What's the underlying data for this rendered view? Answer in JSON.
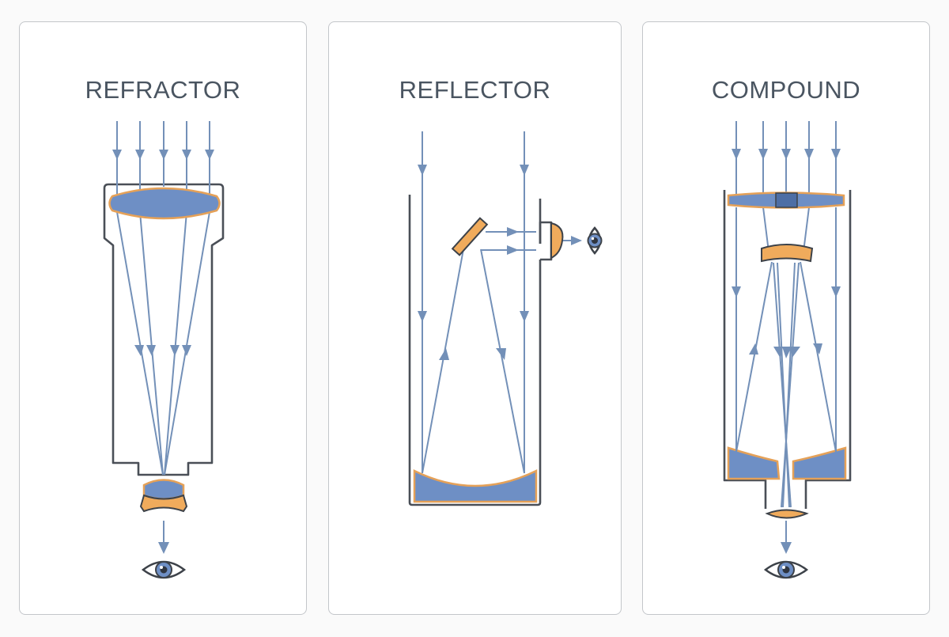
{
  "panels": [
    {
      "title": "REFRACTOR"
    },
    {
      "title": "REFLECTOR"
    },
    {
      "title": "COMPOUND"
    }
  ],
  "colors": {
    "ray": "#7390b8",
    "tube": "#4a4f57",
    "optic_blue": "#6e8fc5",
    "optic_orange": "#f0ab5c",
    "title": "#4a5561"
  },
  "icons": [
    "eye-icon",
    "down-arrow-icon",
    "right-arrow-icon"
  ]
}
